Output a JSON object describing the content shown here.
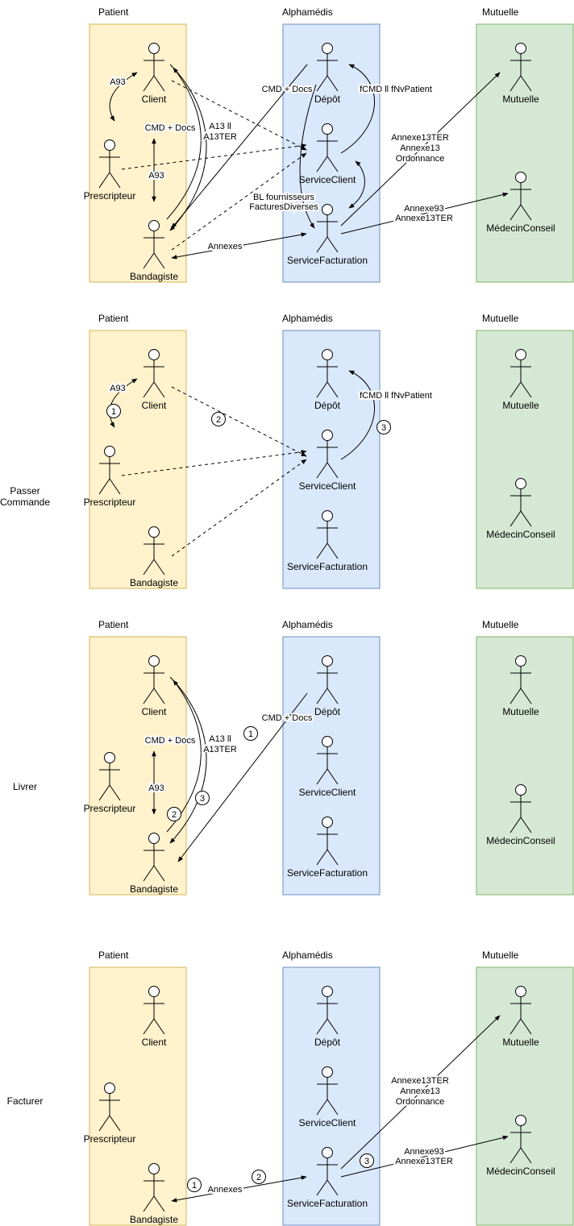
{
  "lanes": {
    "patient": "Patient",
    "alphamedis": "Alphamédis",
    "mutuelle": "Mutuelle"
  },
  "colors": {
    "patient_fill": "#fff2cc",
    "patient_stroke": "#d6b656",
    "alpha_fill": "#dae8fc",
    "alpha_stroke": "#6c8ebf",
    "mutuelle_fill": "#d5e8d4",
    "mutuelle_stroke": "#82b366",
    "line": "#000000"
  },
  "actors": {
    "client": "Client",
    "prescripteur": "Prescripteur",
    "bandagiste": "Bandagiste",
    "depot": "Dépôt",
    "service_client": "ServiceClient",
    "service_facturation": "ServiceFacturation",
    "mutuelle": "Mutuelle",
    "medecin_conseil": "MédecinConseil"
  },
  "flows": {
    "a93": "A93",
    "cmd_docs": "CMD + Docs",
    "a13_line1": "A13 ll",
    "a13_line2": "A13TER",
    "fcmd": "fCMD ll fNvPatient",
    "annexe_list_1": "Annexe13TER",
    "annexe_list_2": "Annexe13",
    "annexe_list_3": "Ordonnance",
    "annexe93_1": "Annexe93",
    "annexe93_2": "Annexe13TER",
    "bl_1": "BL fournisseurs",
    "bl_2": "FacturesDiverses",
    "annexes": "Annexes"
  },
  "steps": {
    "passer_commande_1": "Passer",
    "passer_commande_2": "Commande",
    "livrer": "Livrer",
    "facturer": "Facturer"
  },
  "badges": {
    "one": "1",
    "two": "2",
    "three": "3"
  }
}
